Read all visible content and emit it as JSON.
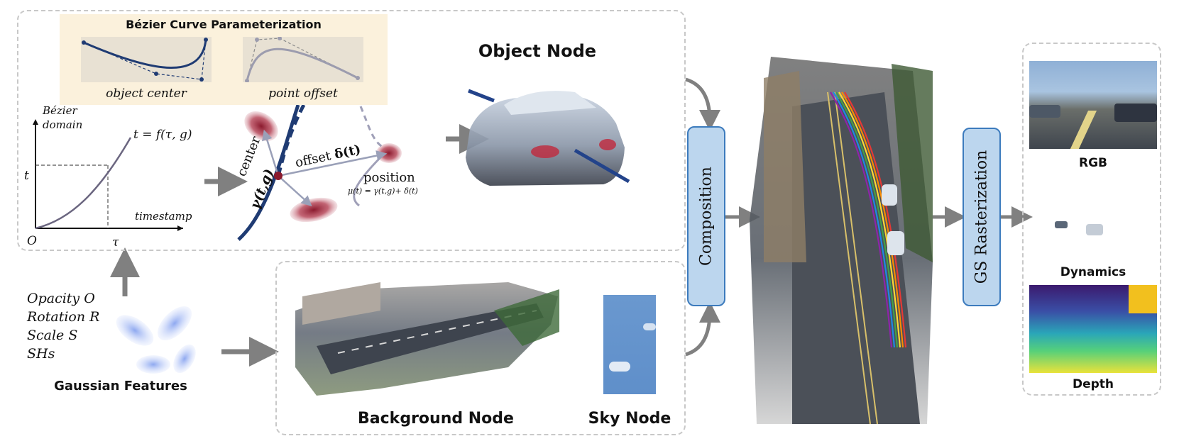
{
  "bezier_panel": {
    "title": "Bézier Curve Parameterization",
    "object_center_label": "object center",
    "point_offset_label": "point offset"
  },
  "time_graph": {
    "y_axis_label_line1": "Bézier",
    "y_axis_label_line2": "domain",
    "curve_formula": "t = f(τ, g)",
    "y_tick": "t",
    "x_tick": "τ",
    "origin": "O",
    "x_axis_label": "timestamp"
  },
  "motion": {
    "center_label": "center",
    "gamma_label": "γ(t,g)",
    "offset_label": "offset",
    "delta_label": "δ(t)",
    "position_label": "position",
    "position_formula": "μ(t) = γ(t,g)+ δ(t)"
  },
  "nodes": {
    "object_node": "Object Node",
    "background_node": "Background Node",
    "sky_node": "Sky Node"
  },
  "features": {
    "items": [
      "Opacity O",
      "Rotation R",
      "Scale S",
      "SHs"
    ],
    "title": "Gaussian Features"
  },
  "modules": {
    "composition": "Composition",
    "rasterization": "GS Rasterization"
  },
  "outputs": {
    "rgb": "RGB",
    "dynamics": "Dynamics",
    "depth": "Depth"
  },
  "colors": {
    "curve_dark": "#1f3b73",
    "gaussian_red": "#a3243b",
    "module_fill": "#bcd6ee",
    "module_border": "#3c7bbd",
    "panel_bg": "#fbf1dc",
    "arrow_gray": "#808080"
  }
}
